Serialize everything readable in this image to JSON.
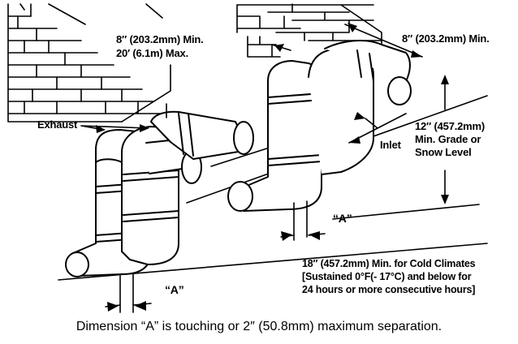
{
  "labels": {
    "left_clearance_min": "8″ (203.2mm) Min.",
    "left_clearance_max": "20′ (6.1m) Max.",
    "right_clearance": "8″ (203.2mm) Min.",
    "exhaust": "Exhaust",
    "inlet": "Inlet",
    "grade_line1": "12″  (457.2mm)",
    "grade_line2": "Min. Grade or",
    "grade_line3": "Snow Level",
    "dim_a_right": "“A”",
    "dim_a_left": "“A”",
    "cold_line1": "18″ (457.2mm) Min. for Cold Climates",
    "cold_line2": "[Sustained 0°F(- 17°C) and below for",
    "cold_line3": "24 hours or more consecutive hours]"
  },
  "caption": "Dimension “A” is touching or 2″ (50.8mm) maximum separation."
}
